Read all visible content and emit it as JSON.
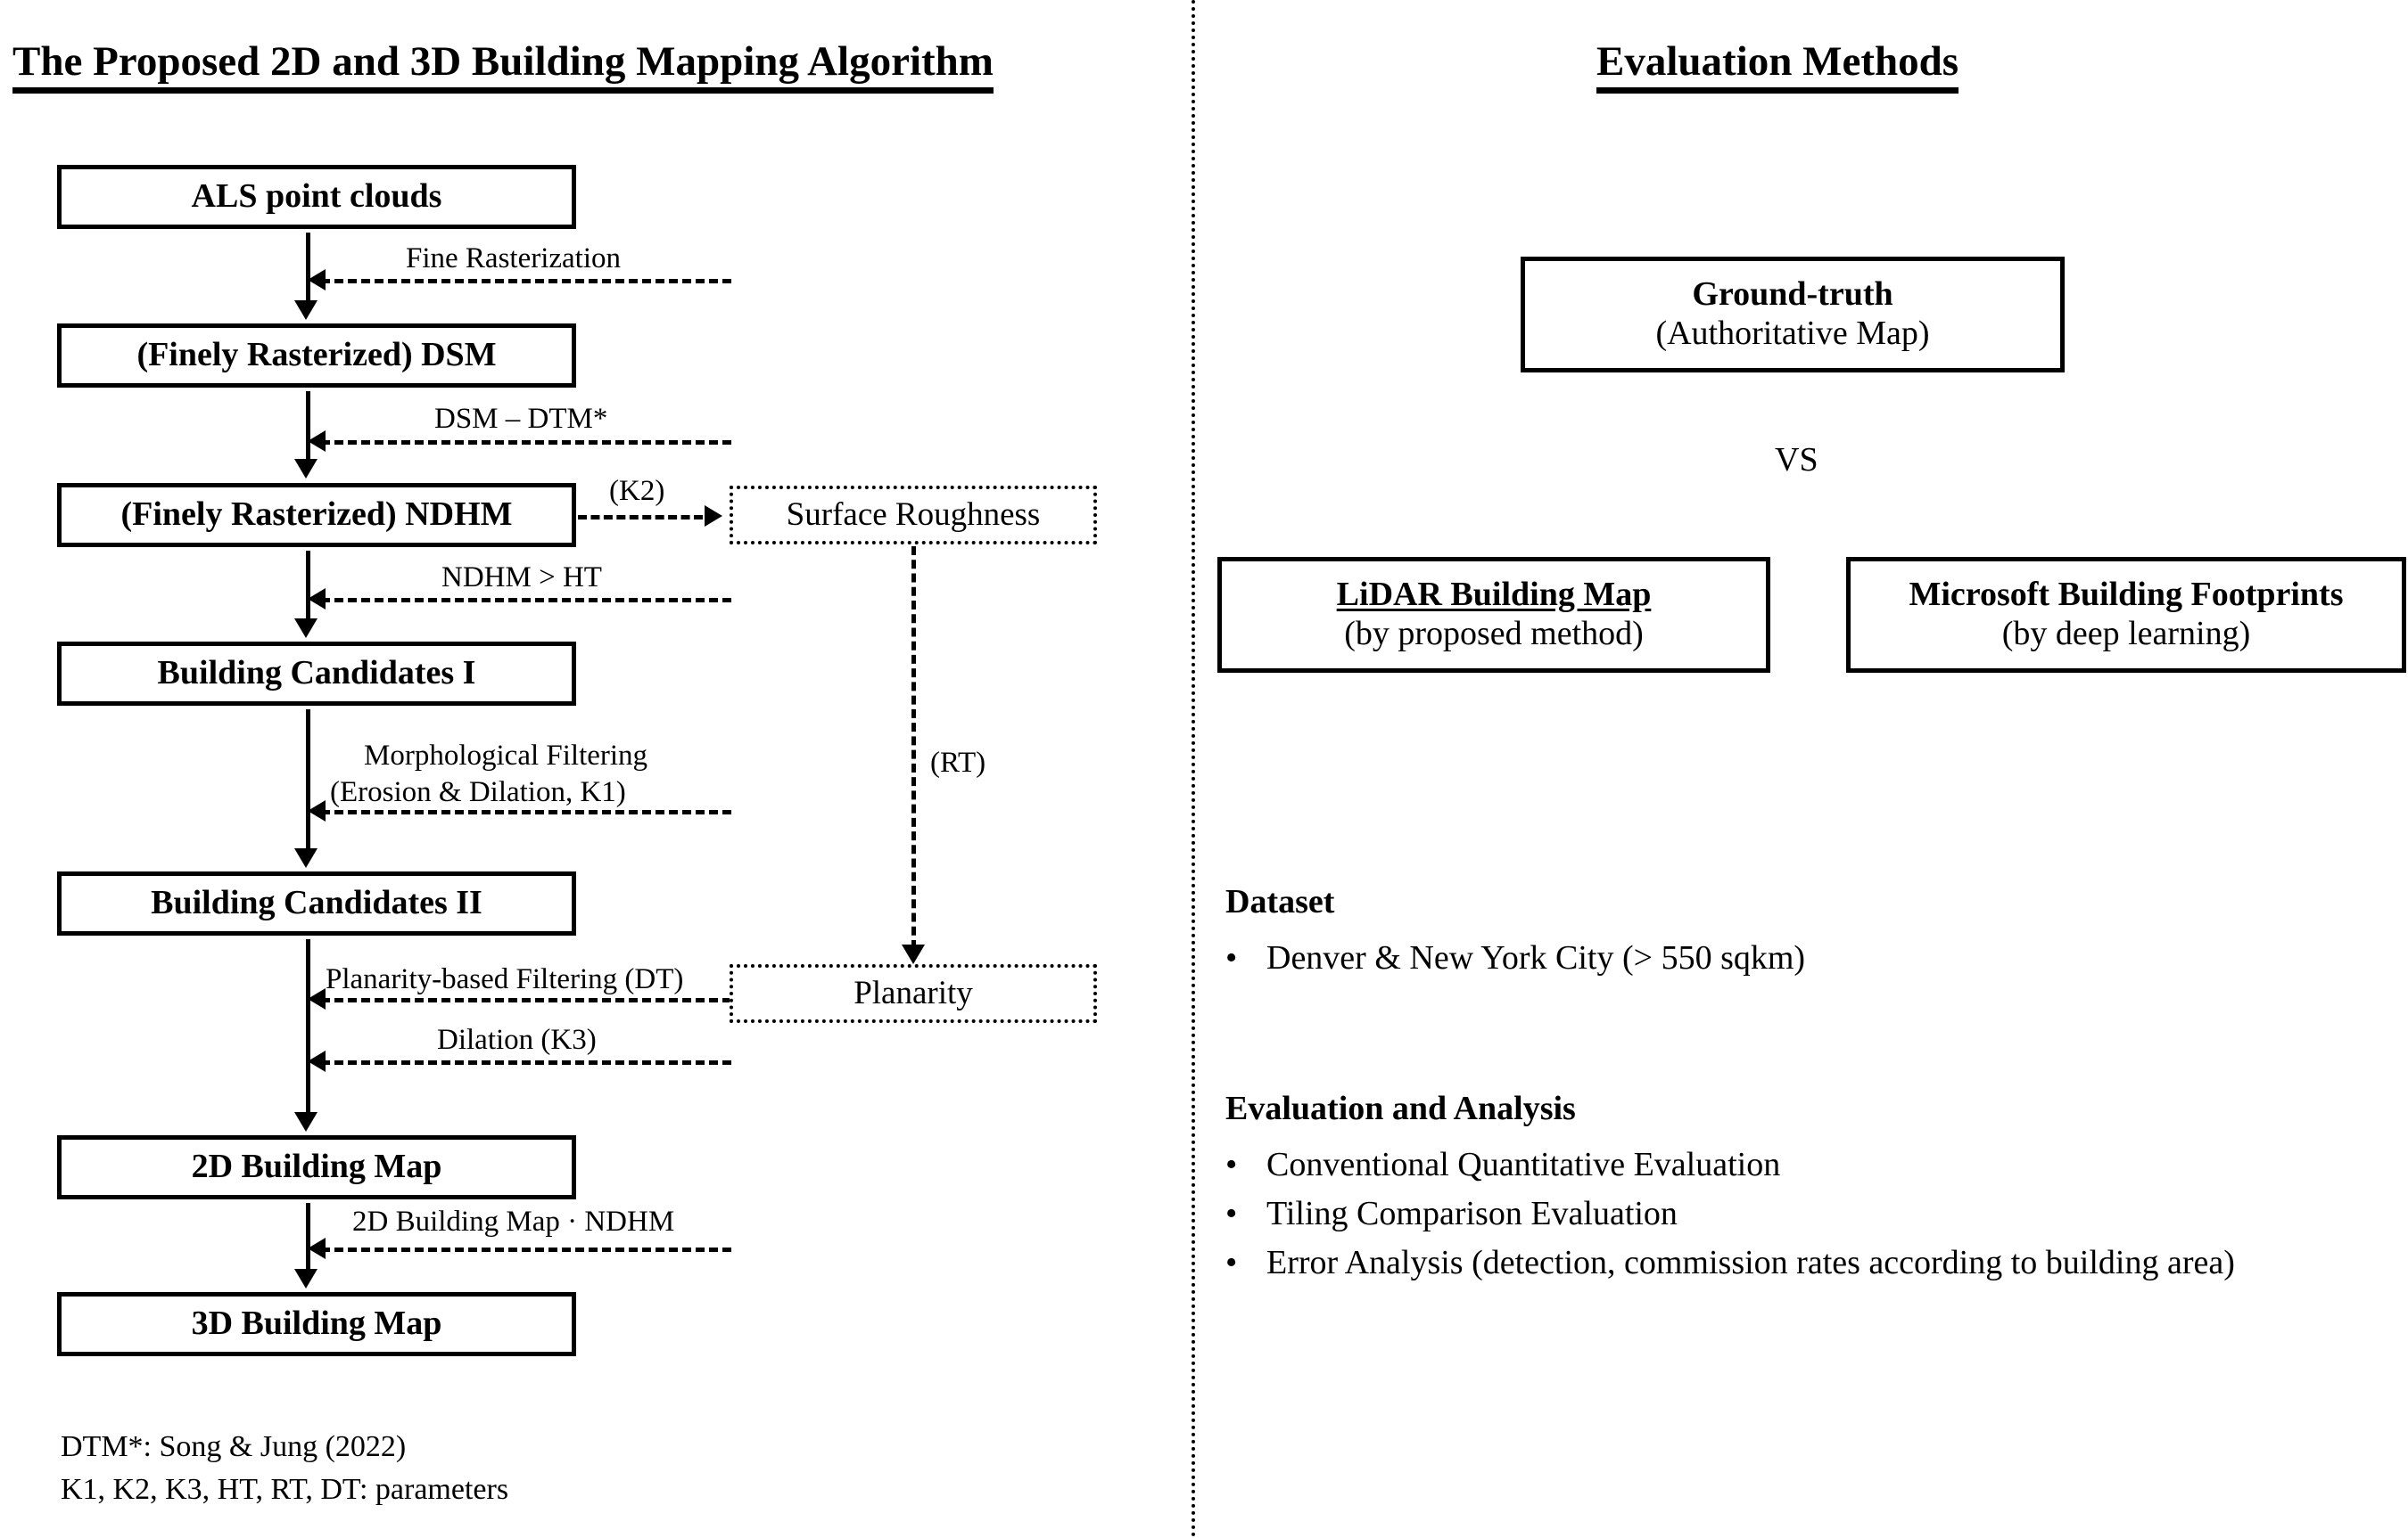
{
  "left_panel": {
    "title": "The Proposed 2D and 3D Building Mapping Algorithm",
    "nodes": [
      {
        "id": "als",
        "label": "ALS point clouds"
      },
      {
        "id": "dsm",
        "label": "(Finely Rasterized) DSM"
      },
      {
        "id": "ndhm",
        "label": "(Finely Rasterized) NDHM"
      },
      {
        "id": "bc1",
        "label": "Building Candidates I"
      },
      {
        "id": "bc2",
        "label": "Building Candidates II"
      },
      {
        "id": "map2d",
        "label": "2D Building Map"
      },
      {
        "id": "map3d",
        "label": "3D Building Map"
      }
    ],
    "attribute_nodes": [
      {
        "id": "roughness",
        "label": "Surface Roughness"
      },
      {
        "id": "planarity",
        "label": "Planarity"
      }
    ],
    "edge_labels": {
      "fine_rasterization": "Fine Rasterization",
      "dsm_minus_dtm": "DSM – DTM*",
      "k2": "(K2)",
      "ndhm_gt_ht": "NDHM > HT",
      "morphological_line1": "Morphological Filtering",
      "morphological_line2": "(Erosion & Dilation, K1)",
      "rt": "(RT)",
      "planarity_filtering": "Planarity-based Filtering (DT)",
      "dilation_k3": "Dilation (K3)",
      "map_times_ndhm": "2D Building Map · NDHM"
    },
    "footnotes": [
      "DTM*: Song & Jung (2022)",
      "K1, K2, K3, HT, RT, DT: parameters"
    ]
  },
  "right_panel": {
    "title": "Evaluation Methods",
    "ground_truth": {
      "line1": "Ground-truth",
      "line2": "(Authoritative Map)"
    },
    "vs_label": "VS",
    "comparison": [
      {
        "id": "lidar",
        "line1": "LiDAR Building Map",
        "line2": "(by proposed method)"
      },
      {
        "id": "microsoft",
        "line1": "Microsoft Building Footprints",
        "line2": "(by deep learning)"
      }
    ],
    "dataset": {
      "heading": "Dataset",
      "items": [
        "Denver & New York City (> 550 sqkm)"
      ]
    },
    "evaluation": {
      "heading": "Evaluation and Analysis",
      "items": [
        "Conventional Quantitative Evaluation",
        "Tiling Comparison Evaluation",
        "Error Analysis (detection, commission rates according to building area)"
      ]
    },
    "bullet_glyph": "•"
  },
  "colors": {
    "ink": "#000000",
    "paper": "#ffffff"
  }
}
